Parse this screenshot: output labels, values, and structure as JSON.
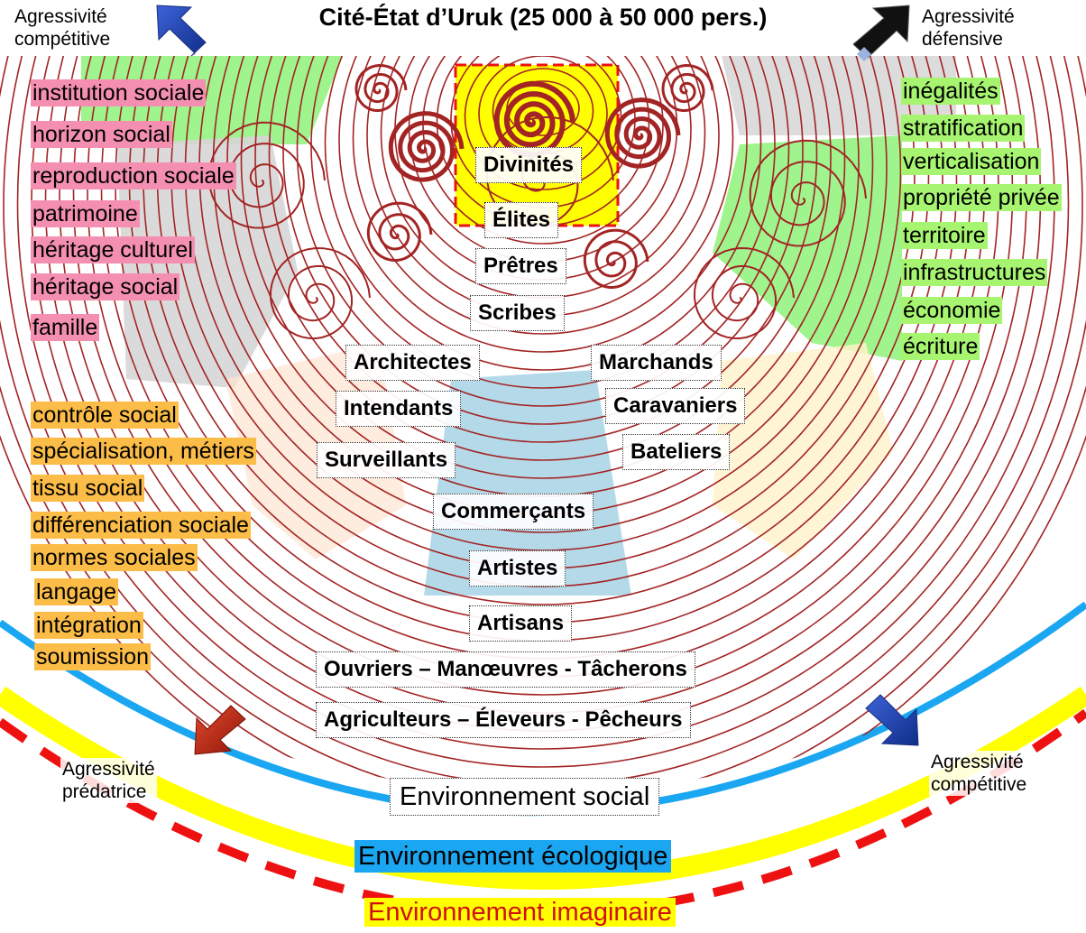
{
  "title": "Cité-État d’Uruk (25 000 à 50 000 pers.)",
  "corners": {
    "top_left": [
      "Agressivité",
      "compétitive"
    ],
    "top_right": [
      "Agressivité",
      "défensive"
    ],
    "bottom_left": [
      "Agressivité",
      "prédatrice"
    ],
    "bottom_right": [
      "Agressivité",
      "compétitive"
    ]
  },
  "left_pink": [
    "institution sociale",
    "horizon social",
    " reproduction sociale",
    "patrimoine",
    "héritage culturel",
    "héritage social",
    "famille"
  ],
  "left_orange": [
    "contrôle social",
    "spécialisation, métiers",
    "tissu social ",
    "différenciation sociale ",
    "normes sociales ",
    "langage",
    "intégration",
    "soumission"
  ],
  "right_green": [
    "inégalités",
    "stratification",
    "verticalisation",
    "propriété privée",
    "territoire",
    " infrastructures",
    "économie",
    "écriture"
  ],
  "strata": {
    "divinites": "Divinités",
    "elites": "Élites",
    "pretres": "Prêtres",
    "scribes": "Scribes",
    "architectes": "Architectes",
    "marchands": "Marchands",
    "intendants": "Intendants",
    "caravaniers": "Caravaniers",
    "surveillants": "Surveillants",
    "bateliers": "Bateliers",
    "commercants": "Commerçants",
    "artistes": "Artistes",
    "artisans": "Artisans",
    "ouvriers": "Ouvriers – Manœuvres  - Tâcherons",
    "agriculteurs": "Agriculteurs – Éleveurs - Pêcheurs"
  },
  "environments": {
    "social": "Environnement social",
    "ecologique": "Environnement écologique",
    "imaginaire": "Environnement imaginaire"
  },
  "colors": {
    "spiral": "#a32424",
    "pink_tag": "#f48fb1",
    "orange_tag": "#fbbd47",
    "green_tag": "#a6f470",
    "ecology_blue": "#1ba6f2",
    "imaginary_yellow": "#ffff00",
    "imaginary_red": "#ee1111",
    "arrow_blue": "#1f3fa8",
    "arrow_black": "#111111",
    "arrow_red": "#b52015"
  }
}
